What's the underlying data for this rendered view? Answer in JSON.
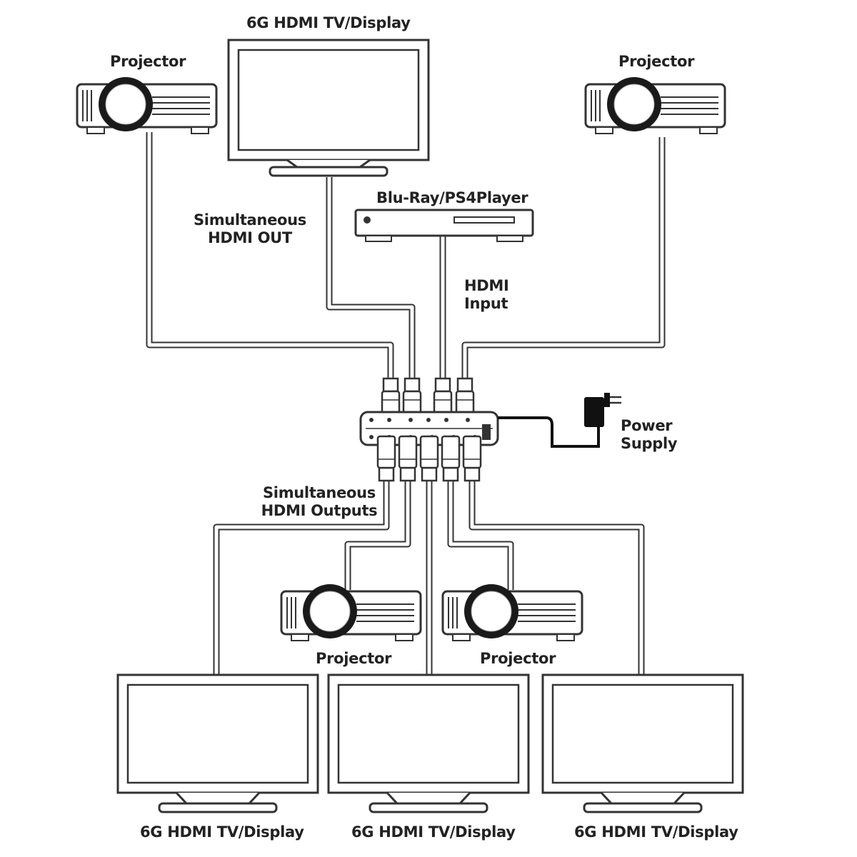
{
  "labels": {
    "top_display": "6G HDMI TV/Display",
    "projector_top_left": "Projector",
    "projector_top_right": "Projector",
    "bluray": "Blu-Ray/PS4Player",
    "simultaneous_out_line1": "Simultaneous",
    "simultaneous_out_line2": "HDMI OUT",
    "hdmi_input_line1": "HDMI",
    "hdmi_input_line2": "Input",
    "power_line1": "Power",
    "power_line2": "Supply",
    "outputs_line1": "Simultaneous",
    "outputs_line2": "HDMI Outputs",
    "projector_bottom_left": "Projector",
    "projector_bottom_right": "Projector",
    "display_bottom_left": "6G HDMI TV/Display",
    "display_bottom_center": "6G HDMI TV/Display",
    "display_bottom_right": "6G HDMI TV/Display"
  },
  "colors": {
    "line": "#333333",
    "fill": "#ffffff",
    "lens": "#1a1a1a"
  }
}
